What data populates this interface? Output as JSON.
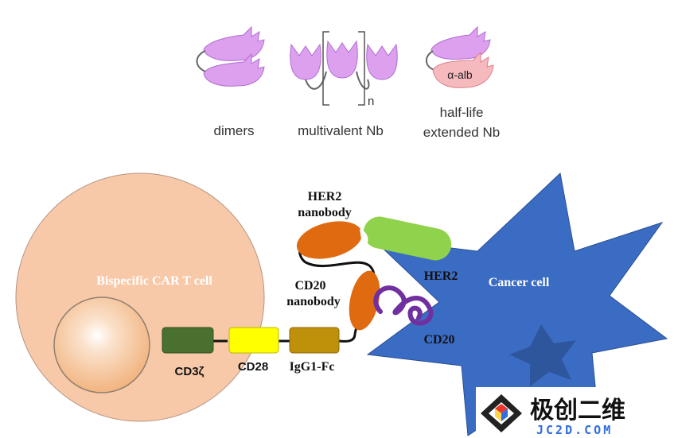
{
  "formats": {
    "dimers": "dimers",
    "multivalent": "multivalent Nb",
    "multivalent_n": "n",
    "halflife_line1": "half-life",
    "halflife_line2": "extended Nb",
    "alb_label": "α-alb"
  },
  "car": {
    "cell_label": "Bispecific CAR T cell",
    "cd3z": "CD3ζ",
    "cd28": "CD28",
    "igg1": "IgG1-Fc",
    "her2_nb_line1": "HER2",
    "her2_nb_line2": "nanobody",
    "cd20_nb_line1": "CD20",
    "cd20_nb_line2": "nanobody"
  },
  "cancer": {
    "cell_label": "Cancer cell",
    "her2": "HER2",
    "cd20": "CD20"
  },
  "watermark": {
    "name": "极创二维",
    "url": "JC2D.COM"
  },
  "colors": {
    "nanobody": "#dda0ef",
    "alb": "#f6b9bd",
    "t_cell": "#f7c9a8",
    "nucleus": "#f1b47f",
    "cancer": "#3b6cc4",
    "cancer_nucleus": "#2e569c",
    "cd3z": "#4a7030",
    "cd28": "#ffff00",
    "igg1": "#bf900a",
    "nb_orange": "#e06a10",
    "her2": "#8fd24b",
    "cd20": "#7030a0"
  }
}
